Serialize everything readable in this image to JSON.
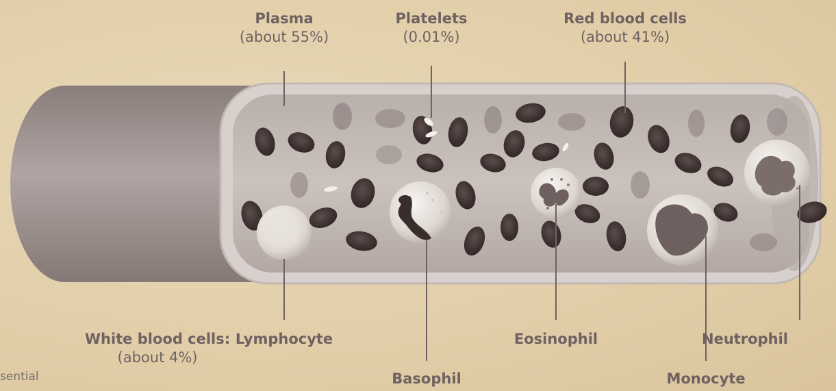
{
  "labels": {
    "plasma": {
      "name": "Plasma",
      "value": "(about 55%)"
    },
    "platelets": {
      "name": "Platelets",
      "value": "(0.01%)"
    },
    "red_cells": {
      "name": "Red blood cells",
      "value": "(about 41%)"
    },
    "white_cells": {
      "name": "White blood cells:",
      "value": "(about 4%)"
    },
    "lymphocyte": "Lymphocyte",
    "basophil": "Basophil",
    "eosinophil": "Eosinophil",
    "monocyte": "Monocyte",
    "neutrophil": "Neutrophil"
  },
  "cropped_text": "sential",
  "colors": {
    "background": "#e2cfa9",
    "tube": "#a59a98",
    "label_text": "#6e6262",
    "red_cell": "#3b2f2e"
  }
}
